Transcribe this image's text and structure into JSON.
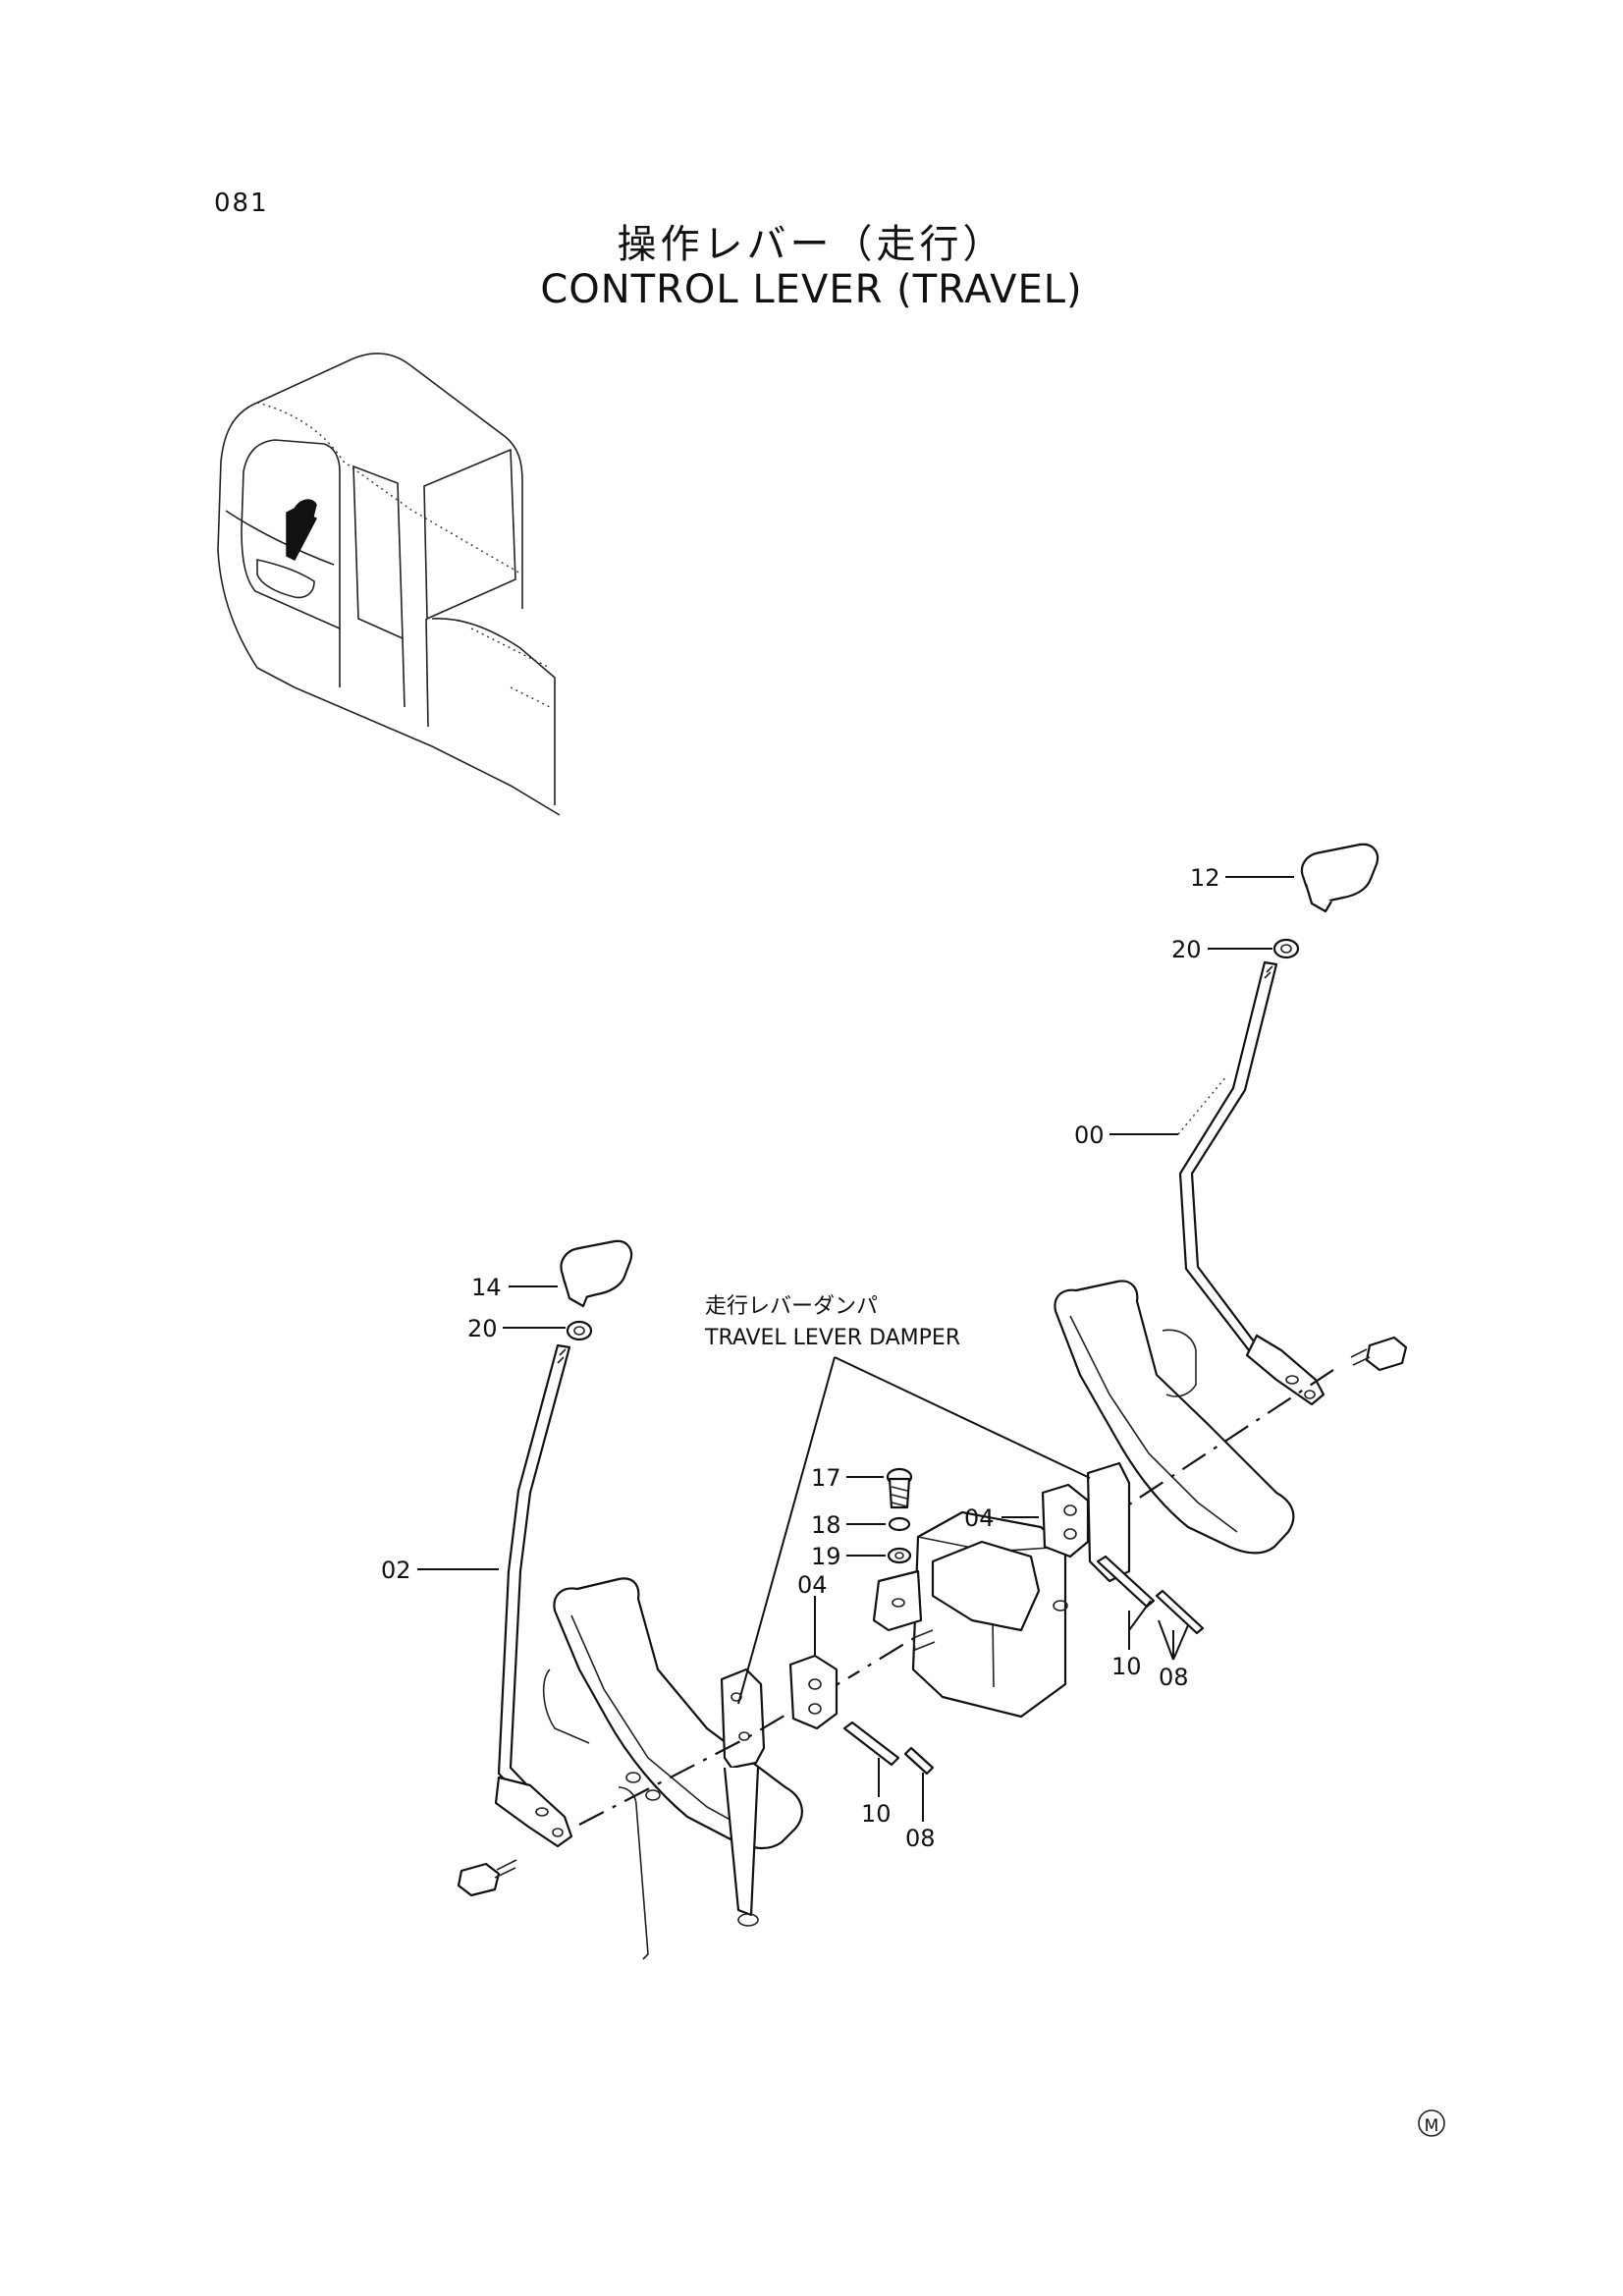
{
  "page_number": "081",
  "title_jp": "操作レバー（走行）",
  "title_en": "CONTROL LEVER (TRAVEL)",
  "callouts": {
    "p12": "12",
    "p20a": "20",
    "p00": "00",
    "p14": "14",
    "p20b": "20",
    "p02": "02",
    "p17": "17",
    "p18": "18",
    "p19": "19",
    "p04a": "04",
    "p04b": "04",
    "p10a": "10",
    "p08a": "08",
    "p10b": "10",
    "p08b": "08"
  },
  "damper_label_jp": "走行レバーダンパ",
  "damper_label_en": "TRAVEL LEVER DAMPER",
  "mark": "M"
}
